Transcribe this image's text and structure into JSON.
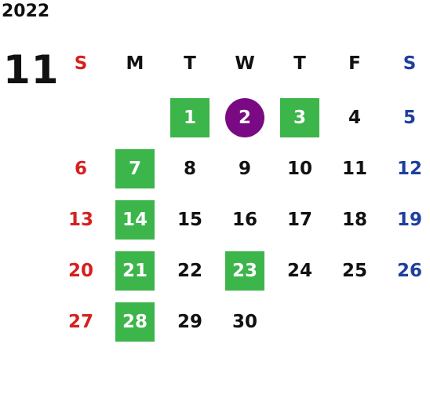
{
  "year": "2022",
  "month": "11",
  "weekdays": [
    "S",
    "M",
    "T",
    "W",
    "T",
    "F",
    "S"
  ],
  "colors": {
    "sunday": "#d62020",
    "saturday": "#1e3f9c",
    "highlight": "#3cb54a",
    "today": "#7a0a84"
  },
  "weeks": [
    [
      {
        "d": ""
      },
      {
        "d": ""
      },
      {
        "d": "1",
        "hl": true
      },
      {
        "d": "2",
        "today": true
      },
      {
        "d": "3",
        "hl": true
      },
      {
        "d": "4"
      },
      {
        "d": "5"
      }
    ],
    [
      {
        "d": "6"
      },
      {
        "d": "7",
        "hl": true
      },
      {
        "d": "8"
      },
      {
        "d": "9"
      },
      {
        "d": "10"
      },
      {
        "d": "11"
      },
      {
        "d": "12"
      }
    ],
    [
      {
        "d": "13"
      },
      {
        "d": "14",
        "hl": true
      },
      {
        "d": "15"
      },
      {
        "d": "16"
      },
      {
        "d": "17"
      },
      {
        "d": "18"
      },
      {
        "d": "19"
      }
    ],
    [
      {
        "d": "20"
      },
      {
        "d": "21",
        "hl": true
      },
      {
        "d": "22"
      },
      {
        "d": "23",
        "hl": true
      },
      {
        "d": "24"
      },
      {
        "d": "25"
      },
      {
        "d": "26"
      }
    ],
    [
      {
        "d": "27"
      },
      {
        "d": "28",
        "hl": true
      },
      {
        "d": "29"
      },
      {
        "d": "30"
      },
      {
        "d": ""
      },
      {
        "d": ""
      },
      {
        "d": ""
      }
    ]
  ]
}
